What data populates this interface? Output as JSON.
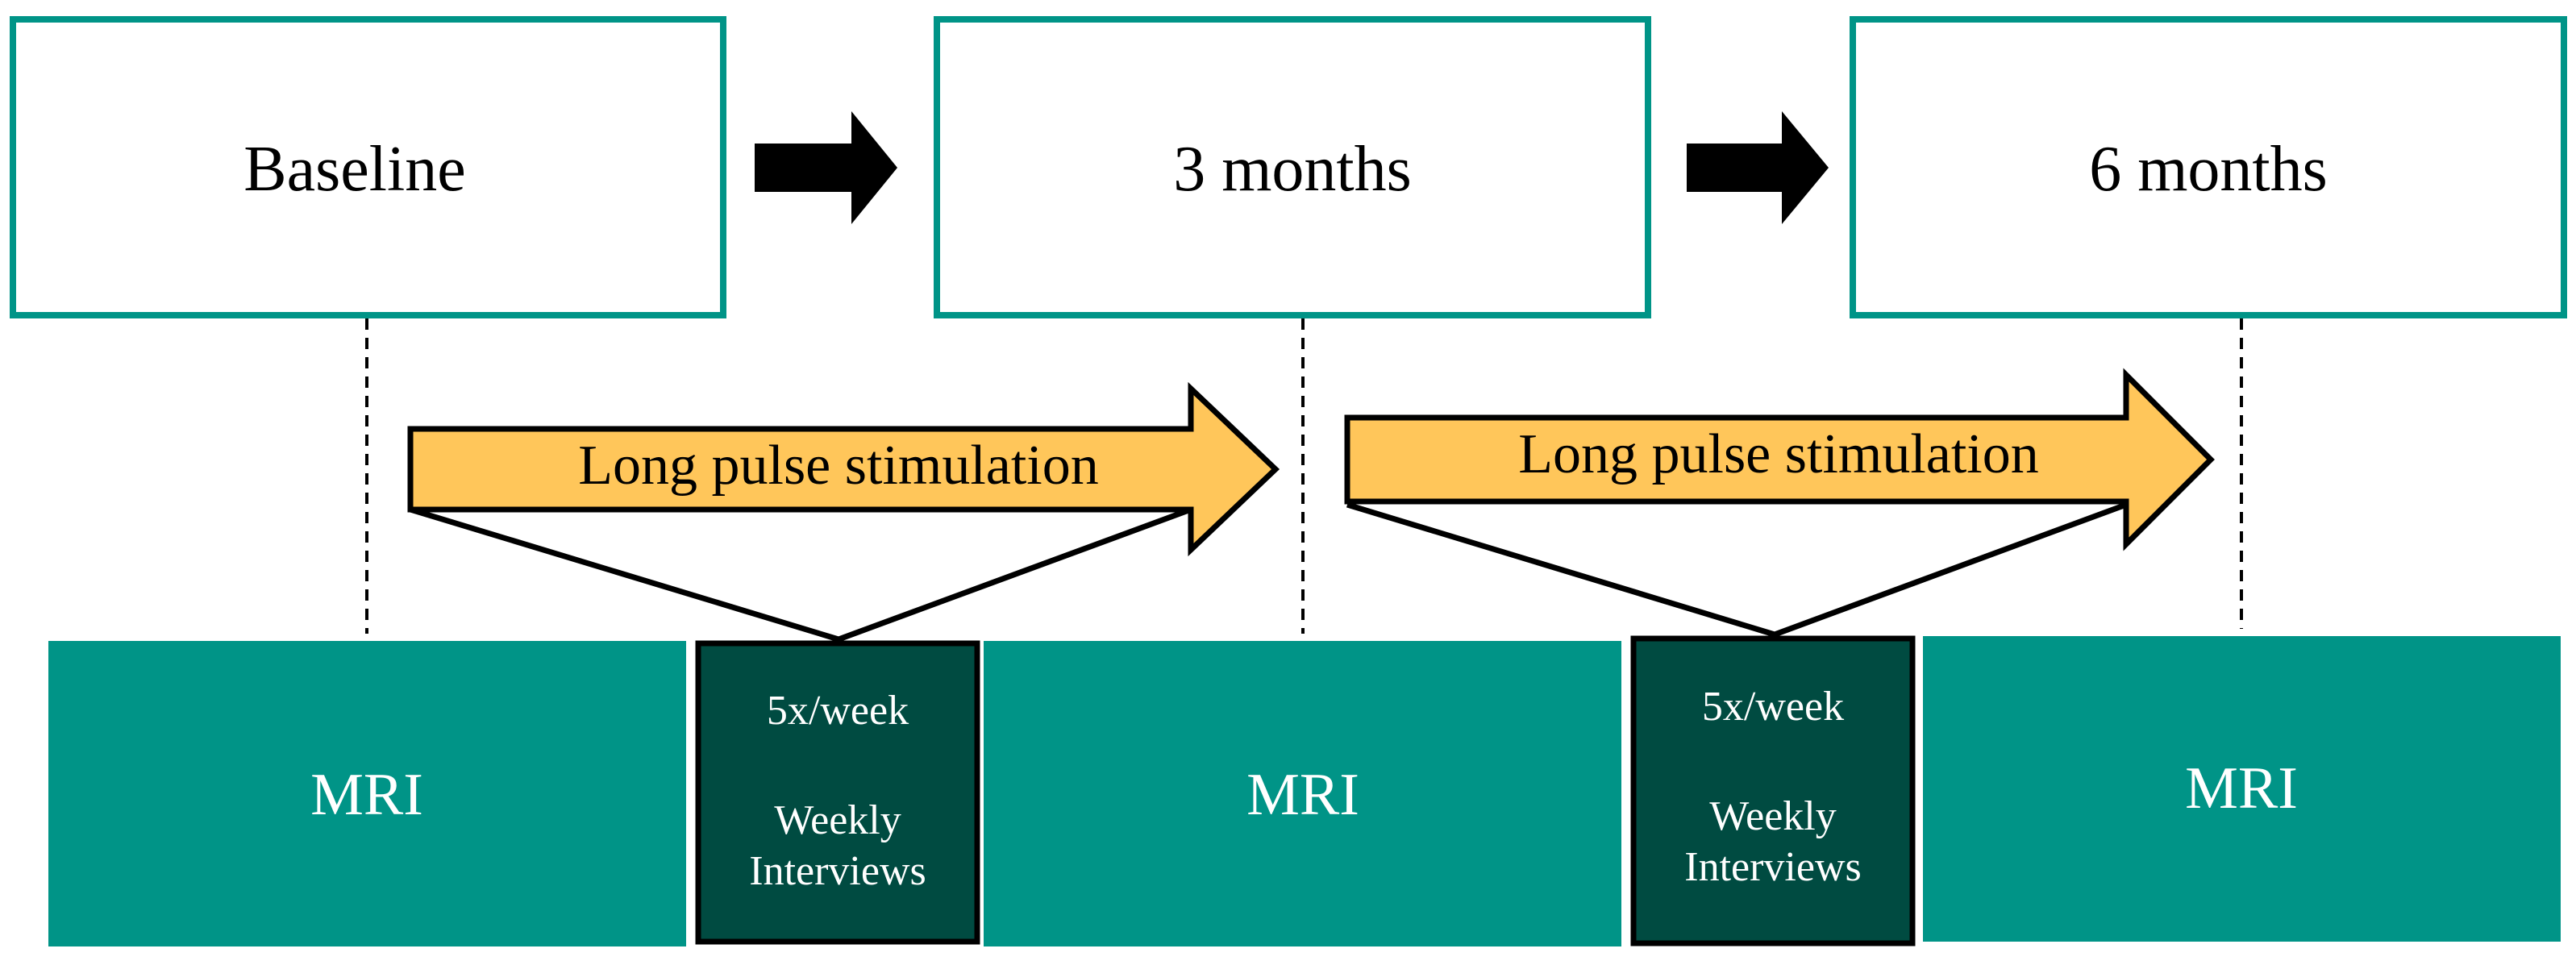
{
  "timepoints": [
    {
      "label": "Baseline"
    },
    {
      "label": "3 months"
    },
    {
      "label": "6 months"
    }
  ],
  "stimulation": [
    {
      "label": "Long pulse stimulation"
    },
    {
      "label": "Long pulse stimulation"
    }
  ],
  "mri_blocks": [
    {
      "label": "MRI"
    },
    {
      "label": "MRI"
    },
    {
      "label": "MRI"
    }
  ],
  "schedule_blocks": [
    {
      "frequency": "5x/week",
      "interview_line1": "Weekly",
      "interview_line2": "Interviews"
    },
    {
      "frequency": "5x/week",
      "interview_line1": "Weekly",
      "interview_line2": "Interviews"
    }
  ],
  "colors": {
    "teal": "#009487",
    "dark_teal": "#004B41",
    "arrow_fill": "#FFC65A",
    "stroke": "#000000",
    "light_text": "#ffffff",
    "dark_text": "#000000"
  }
}
